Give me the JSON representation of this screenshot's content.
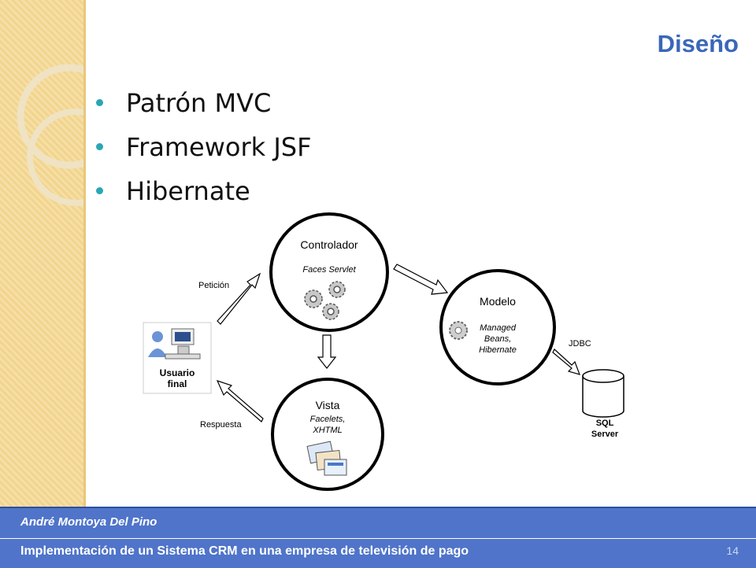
{
  "slide": {
    "title": "Diseño",
    "bullets": [
      "Patrón MVC",
      "Framework JSF",
      "Hibernate"
    ]
  },
  "diagram": {
    "controlador": {
      "title": "Controlador",
      "subtitle": "Faces Servlet"
    },
    "modelo": {
      "title": "Modelo",
      "sub1": "Managed",
      "sub2": "Beans,",
      "sub3": "Hibernate"
    },
    "vista": {
      "title": "Vista",
      "sub1": "Facelets,",
      "sub2": "XHTML"
    },
    "usuario": {
      "line1": "Usuario",
      "line2": "final"
    },
    "db": {
      "line1": "SQL",
      "line2": "Server"
    },
    "labels": {
      "peticion": "Petición",
      "respuesta": "Respuesta",
      "jdbc": "JDBC"
    }
  },
  "footer": {
    "author": "André Montoya Del Pino",
    "subtitle": "Implementación de un Sistema CRM en una empresa de televisión de pago",
    "page": "14"
  }
}
